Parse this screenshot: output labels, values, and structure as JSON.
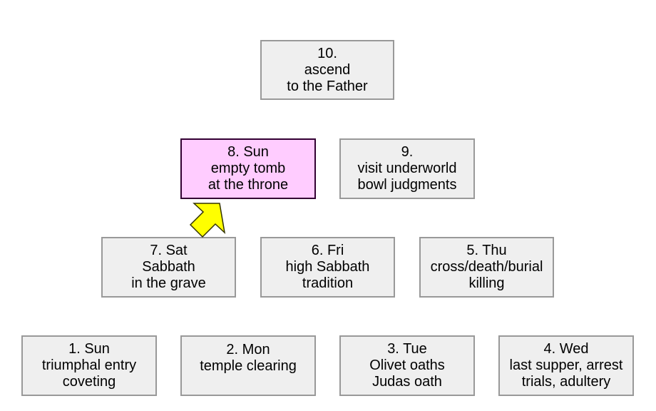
{
  "boxes": {
    "b10": {
      "line1": "10.",
      "line2": "ascend",
      "line3": "to the Father"
    },
    "b8": {
      "line1": "8. Sun",
      "line2": "empty tomb",
      "line3": "at the throne"
    },
    "b9": {
      "line1": "9.",
      "line2": "visit underworld",
      "line3": "bowl judgments"
    },
    "b7": {
      "line1": "7. Sat",
      "line2": "Sabbath",
      "line3": "in the grave"
    },
    "b6": {
      "line1": "6. Fri",
      "line2": "high Sabbath",
      "line3": "tradition"
    },
    "b5": {
      "line1": "5. Thu",
      "line2": "cross/death/burial",
      "line3": "killing"
    },
    "b1": {
      "line1": "1. Sun",
      "line2": "triumphal entry",
      "line3": "coveting"
    },
    "b2": {
      "line1": "2. Mon",
      "line2": "temple clearing",
      "line3": ""
    },
    "b3": {
      "line1": "3. Tue",
      "line2": "Olivet oaths",
      "line3": "Judas oath"
    },
    "b4": {
      "line1": "4. Wed",
      "line2": "last supper, arrest",
      "line3": "trials, adultery"
    }
  },
  "colors": {
    "box_fill": "#efefef",
    "box_border": "#999999",
    "highlight_fill": "#ffccff",
    "highlight_border": "#330033",
    "arrow_fill": "#ffff00",
    "arrow_stroke": "#333300"
  },
  "icons": {
    "arrow": "up-right-arrow-icon"
  }
}
